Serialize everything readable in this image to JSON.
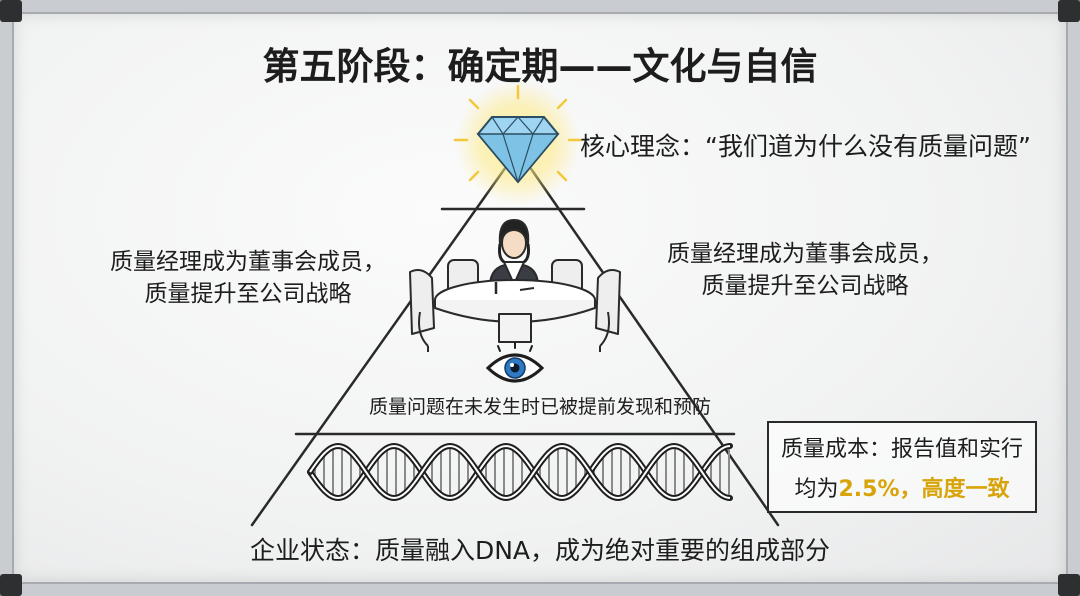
{
  "title": "第五阶段：确定期——文化与自信",
  "core_concept": "核心理念：“我们道为什么没有质量问题”",
  "left_note": {
    "line1": "质量经理成为董事会成员，",
    "line2": "质量提升至公司战略"
  },
  "right_note": {
    "line1": "质量经理成为董事会成员，",
    "line2": "质量提升至公司战略"
  },
  "middle_note": "质量问题在未发生时已被提前发现和预防",
  "cost_box": {
    "line1": "质量成本：报告值和实行",
    "line2_prefix": "均为",
    "value": "2.5%",
    "line2_suffix": "，高度一致"
  },
  "bottom_note": "企业状态：质量融入DNA，成为绝对重要的组成部分",
  "icons": [
    "diamond-icon",
    "boardroom-illustration",
    "eye-icon",
    "dna-helix-icon"
  ],
  "colors": {
    "highlight": "#d8a40a",
    "diamond": "#7ec3e6",
    "eye_iris": "#2f78c4",
    "ink": "#1d1d1d"
  }
}
